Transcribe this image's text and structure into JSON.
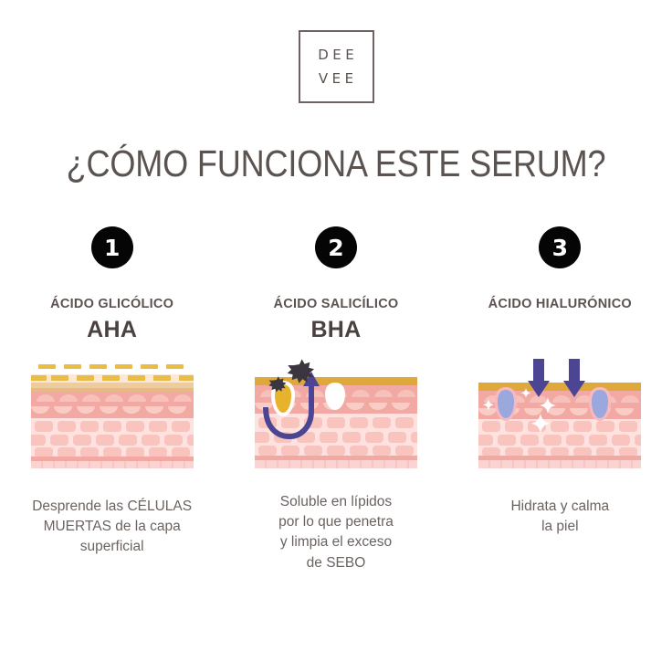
{
  "logo": {
    "line1": "DEE",
    "line2": "VEE",
    "border_color": "#6f6462"
  },
  "title": "¿CÓMO FUNCIONA ESTE SERUM?",
  "palette": {
    "text": "#5b5350",
    "badge_bg": "#050505",
    "badge_text": "#ffffff",
    "arrow_purple": "#4b4593",
    "sebum_yellow": "#e8b32c",
    "epidermis_tan": "#dfa83a",
    "dermis_pink": "#f0a8a2",
    "subdermis_pink": "#fbd9d7",
    "pore_blue": "#9aa8dd"
  },
  "columns": [
    {
      "number": "1",
      "acid_name": "ÁCIDO GLICÓLICO",
      "acronym": "AHA",
      "illustration": "skin-exfoliation-dead-cells",
      "description": "Desprende las CÉLULAS\nMUERTAS de la capa\nsuperficial"
    },
    {
      "number": "2",
      "acid_name": "ÁCIDO SALICÍLICO",
      "acronym": "BHA",
      "illustration": "skin-clogged-pore-sebum-removal",
      "description": "Soluble en lípidos\npor lo que penetra\ny limpia el exceso\nde SEBO"
    },
    {
      "number": "3",
      "acid_name": "ÁCIDO HIALURÓNICO",
      "acronym": "",
      "illustration": "skin-hydration-arrows-sparkles",
      "description": "Hidrata y calma\nla piel"
    }
  ]
}
